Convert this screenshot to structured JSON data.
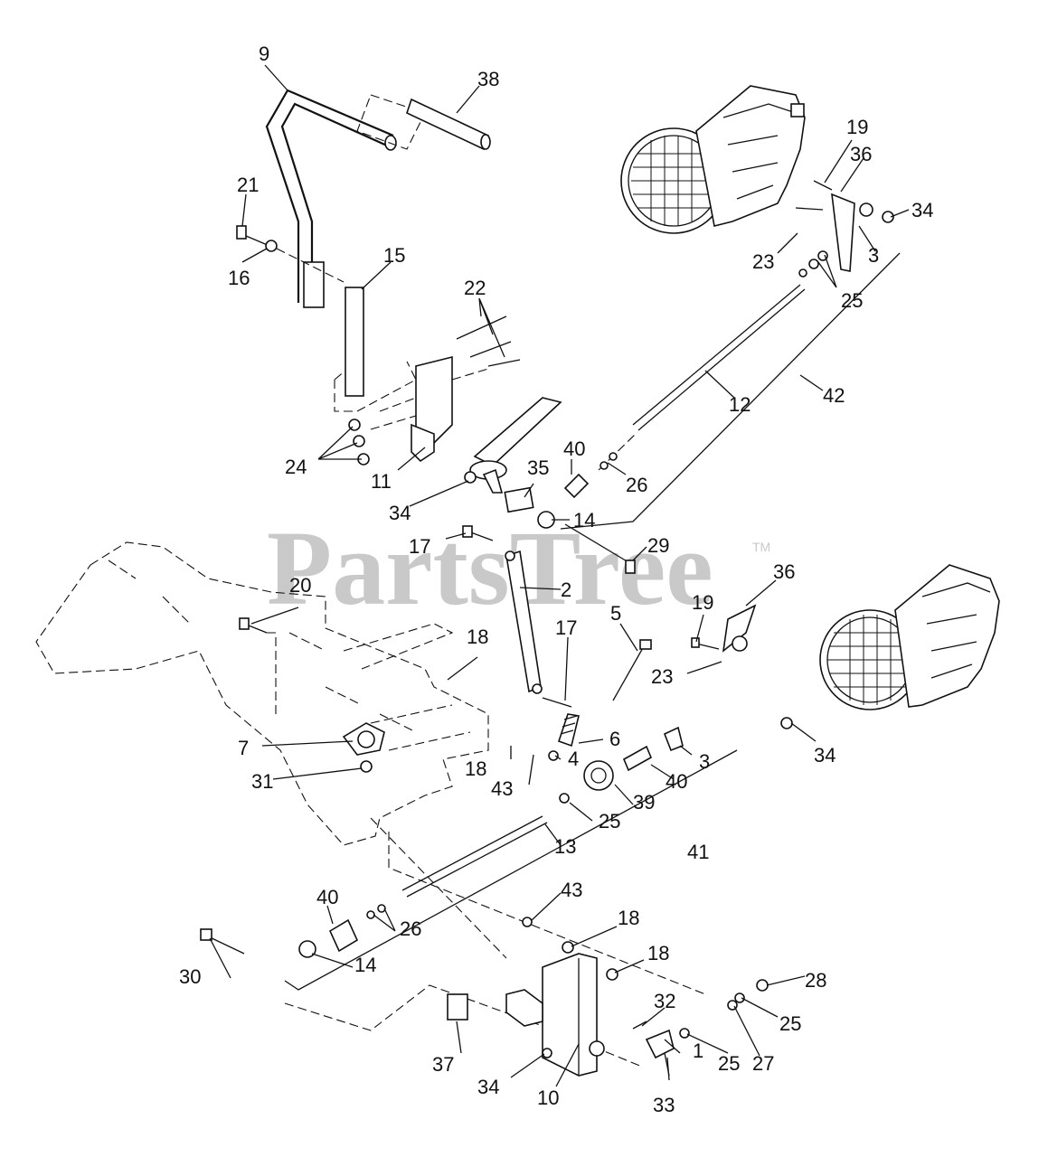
{
  "watermark": {
    "text": "PartsTree",
    "tm": "TM"
  },
  "callouts": {
    "c1": "1",
    "c2": "2",
    "c3a": "3",
    "c3b": "3",
    "c4": "4",
    "c5": "5",
    "c6": "6",
    "c7": "7",
    "c9": "9",
    "c10": "10",
    "c11": "11",
    "c12": "12",
    "c13": "13",
    "c14a": "14",
    "c14b": "14",
    "c15": "15",
    "c16": "16",
    "c17a": "17",
    "c17b": "17",
    "c18a": "18",
    "c18b": "18",
    "c18c": "18",
    "c18d": "18",
    "c19a": "19",
    "c19b": "19",
    "c20": "20",
    "c21": "21",
    "c22": "22",
    "c23a": "23",
    "c23b": "23",
    "c24": "24",
    "c25a": "25",
    "c25b": "25",
    "c25c": "25",
    "c25d": "25",
    "c26a": "26",
    "c26b": "26",
    "c27": "27",
    "c28": "28",
    "c29": "29",
    "c30": "30",
    "c31": "31",
    "c32": "32",
    "c33": "33",
    "c34a": "34",
    "c34b": "34",
    "c34c": "34",
    "c34d": "34",
    "c35": "35",
    "c36a": "36",
    "c36b": "36",
    "c37": "37",
    "c38": "38",
    "c39": "39",
    "c40a": "40",
    "c40b": "40",
    "c40c": "40",
    "c41": "41",
    "c42": "42",
    "c43a": "43",
    "c43b": "43"
  }
}
